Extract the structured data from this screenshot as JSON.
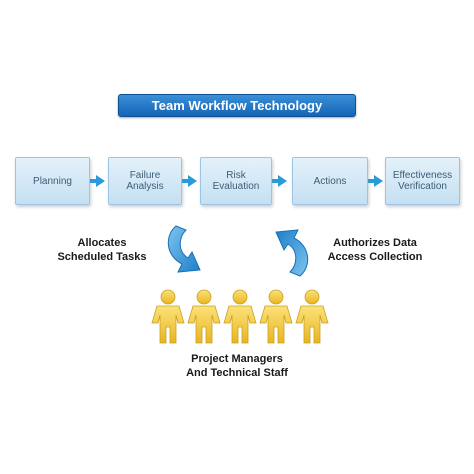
{
  "title": "Team Workflow Technology",
  "steps": [
    {
      "label": "Planning"
    },
    {
      "label": "Failure\nAnalysis"
    },
    {
      "label": "Risk\nEvaluation"
    },
    {
      "label": "Actions"
    },
    {
      "label": "Effectiveness\nVerification"
    }
  ],
  "left_label": "Allocates\nScheduled Tasks",
  "right_label": "Authorizes Data\nAccess Collection",
  "people_label": "Project Managers\nAnd Technical Staff",
  "colors": {
    "title_bar": "#1565b8",
    "step_box": "#d4e9f7",
    "arrow": "#2a9ad8",
    "cycle_arrow": "#2b93d8",
    "people": "#f2cc3a"
  },
  "icons": [
    "flow-arrow-icon",
    "cycle-arrow-down-icon",
    "cycle-arrow-up-icon",
    "person-icon"
  ]
}
